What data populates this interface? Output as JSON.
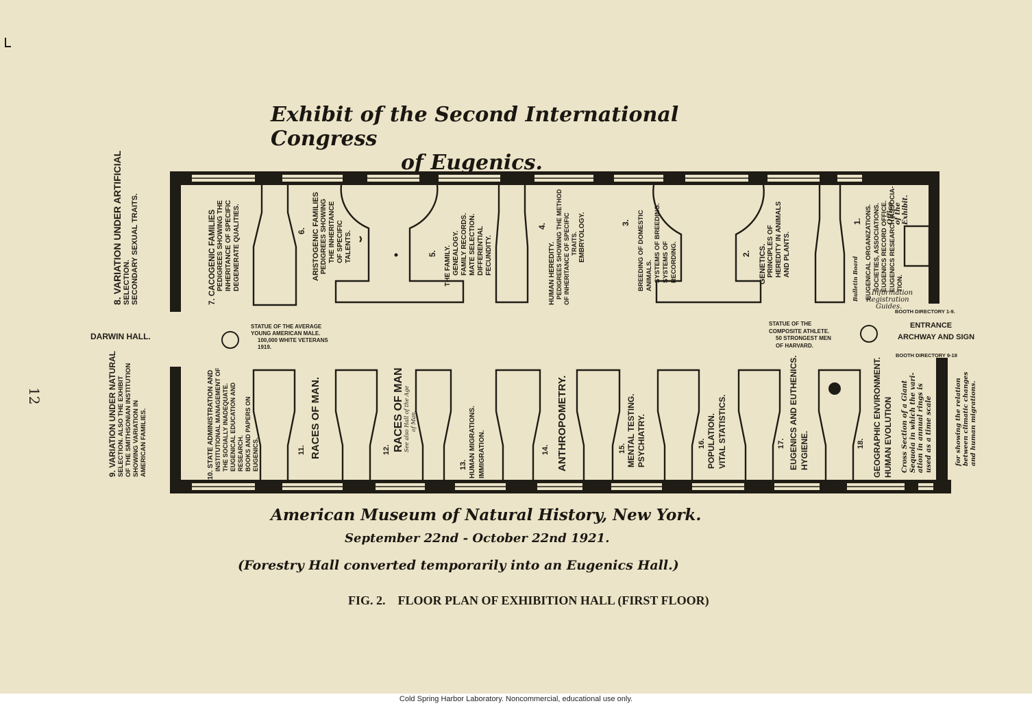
{
  "title_lines": [
    "Exhibit of the Second International Congress",
    "of Eugenics."
  ],
  "page_number": "12",
  "darwin_hall": "DARWIN HALL.",
  "side_labels": {
    "top": [
      "8. VARIATION UNDER ARTIFICIAL",
      "SELECTION.",
      "SECONDARY SEXUAL TRAITS."
    ],
    "bottom": [
      "9. VARIATION UNDER NATURAL",
      "SELECTION. ALSO THE EXHIBIT",
      "OF THE SMITHSONIAN INSTITUTION",
      "SHOWING VARIATION IN",
      "AMERICAN FAMILIES."
    ]
  },
  "top_booths": [
    {
      "lines": [
        "7. CACOGENIC FAMILIES",
        "PEDIGREES SHOWING THE",
        "INHERITANCE OF SPECIFIC",
        "DEGENERATE QUALITIES."
      ]
    },
    {
      "number": "6.",
      "lines": [
        "ARISTOGENIC FAMILIES",
        "PEDIGREES SHOWING",
        "THE INHERITANCE",
        "OF SPECIFIC",
        "TALENTS."
      ]
    },
    {
      "number": "5.",
      "lines": [
        "THE FAMILY.",
        "GENEALOGY.",
        "FAMILY RECORDS.",
        "MATE SELECTION.",
        "DIFFERENTIAL",
        "FECUNDITY."
      ]
    },
    {
      "number": "4.",
      "lines": [
        "HUMAN HEREDITY.",
        "PEDIGREES SHOWING THE METHOD",
        "OF INHERITANCE OF SPECIFIC",
        "TRAITS.",
        "EMBRYOLOGY."
      ]
    },
    {
      "number": "3.",
      "lines": [
        "BREEDING OF DOMESTIC",
        "ANIMALS.",
        "SYSTEMS OF BREEDING.",
        "SYSTEMS OF",
        "RECORDING."
      ]
    },
    {
      "number": "2.",
      "lines": [
        "GENETICS.",
        "PRINCIPLES OF",
        "HEREDITY IN ANIMALS",
        "AND PLANTS."
      ]
    },
    {
      "number": "1.",
      "lines": [
        "EUGENICAL ORGANIZATIONS.",
        "SOCIETIES, ASSOCIATIONS.",
        "EUGENICS RECORD OFFICE.",
        "EUGENICS RESEARCH ASSOCIA-",
        "TION."
      ]
    }
  ],
  "bulletin_board": "Bulletin Board",
  "office": [
    "Office",
    "of the",
    "Exhibit."
  ],
  "information": [
    "Information",
    "Registration",
    "Guides."
  ],
  "booth_directory_top": "BOOTH DIRECTORY 1-9.",
  "booth_directory_bottom": "BOOTH DIRECTORY 9-18",
  "entrance": [
    "ENTRANCE",
    "ARCHWAY AND SIGN"
  ],
  "statue_left": [
    "STATUE OF THE AVERAGE",
    "YOUNG AMERICAN MALE.",
    "100,000 WHITE VETERANS",
    "1919."
  ],
  "statue_right": [
    "STATUE OF THE",
    "COMPOSITE ATHLETE.",
    "50 STRONGEST MEN",
    "OF HARVARD."
  ],
  "bottom_booths": [
    {
      "lines": [
        "10. STATE ADMINISTRATION AND",
        "INSTITUTIONAL MANAGEMENT OF",
        "THE SOCIALLY INADEQUATE.",
        "EUGENICAL EDUCATION AND",
        "RESEARCH.",
        "BOOKS AND PAPERS ON",
        "EUGENICS."
      ]
    },
    {
      "number": "11.",
      "lines": [
        "RACES OF MAN."
      ]
    },
    {
      "number": "12.",
      "lines": [
        "RACES OF MAN",
        "See also Hall of the Age",
        "of Man."
      ]
    },
    {
      "number": "13.",
      "lines": [
        "HUMAN MIGRATIONS.",
        "IMMIGRATION."
      ]
    },
    {
      "number": "14.",
      "lines": [
        "ANTHROPOMETRY."
      ]
    },
    {
      "number": "15.",
      "lines": [
        "MENTAL TESTING.",
        "PSYCHIATRY."
      ]
    },
    {
      "number": "16.",
      "lines": [
        "POPULATION.",
        "VITAL STATISTICS."
      ]
    },
    {
      "number": "17.",
      "lines": [
        "EUGENICS AND EUTHENICS.",
        "HYGIENE."
      ]
    },
    {
      "number": "18.",
      "lines": [
        "GEOGRAPHIC ENVIRONMENT.",
        "HUMAN EVOLUTION"
      ]
    }
  ],
  "sequoia": [
    "Cross Section of a Giant",
    "Sequoia in which the vari-",
    "ation in annual rings is",
    "used as a time scale"
  ],
  "relation": [
    "for showing the relation",
    "between climatic changes",
    "and human migrations."
  ],
  "museum": "American Museum of Natural History, New York.",
  "dates": "September 22nd - October 22nd 1921.",
  "forestry": "(Forestry Hall converted temporarily into an Eugenics Hall.)",
  "caption": "FIG. 2.    FLOOR PLAN OF EXHIBITION HALL (FIRST FLOOR)",
  "footer": "Cold Spring Harbor Laboratory. Noncommercial, educational use only.",
  "colors": {
    "paper": "#ece4c8",
    "ink": "#1f1c16"
  }
}
